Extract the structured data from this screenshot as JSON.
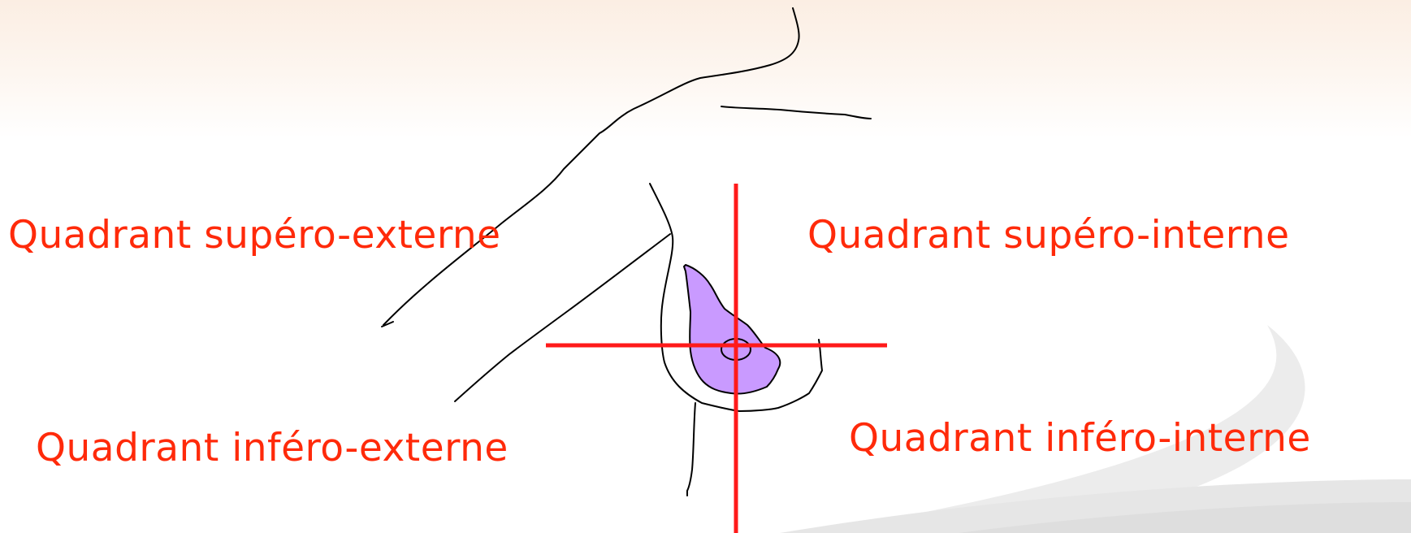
{
  "labels": {
    "upper_outer": "Quadrant supéro-externe",
    "upper_inner": "Quadrant supéro-interne",
    "lower_outer": "Quadrant inféro-externe",
    "lower_inner": "Quadrant inféro-interne"
  },
  "colors": {
    "label_text": "#ff2a0a",
    "quadrant_lines": "#ff1a1a",
    "outline": "#000000",
    "breast_fill": "#c99aff",
    "background_top": "#fbeee3",
    "swoosh": "#e6e6e6"
  }
}
